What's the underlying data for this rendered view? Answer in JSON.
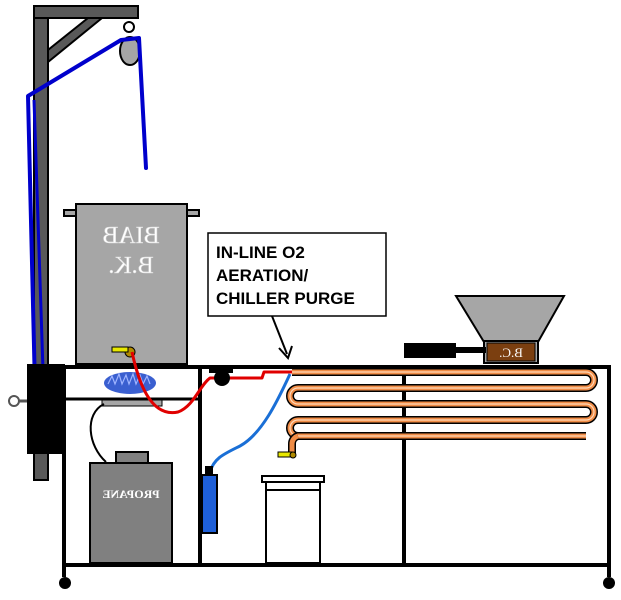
{
  "diagram": {
    "kettle": {
      "line1": "BIAB",
      "line2": "B.K."
    },
    "callout": {
      "line1": "IN-LINE O2",
      "line2": "AERATION/",
      "line3": "CHILLER PURGE"
    },
    "grain_crusher": {
      "label": "B.C."
    },
    "propane_tank": {
      "label": "PROPANE"
    }
  },
  "colors": {
    "frame": "#000000",
    "steel": "#a6a6a6",
    "hoist_post": "#595959",
    "hoist_rope": "#0000cc",
    "hot_line": "#e00000",
    "chiller_coil": "#f08c46",
    "o2_line": "#1a6fd6",
    "o2_tank": "#1e5fd8",
    "crusher_box": "#7b3f10",
    "flame": "#3a5fd0",
    "valve": "#e8e800"
  }
}
